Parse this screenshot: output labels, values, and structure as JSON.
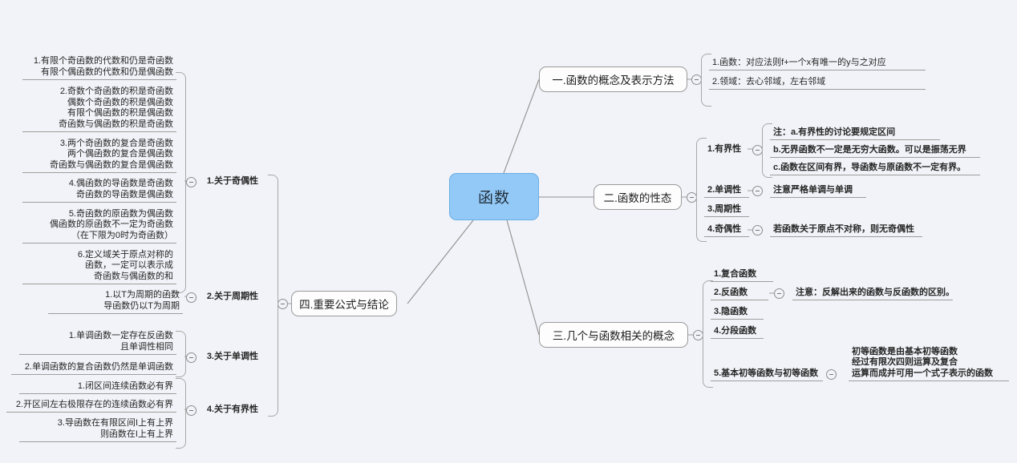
{
  "meta": {
    "background": "#f2f3f8",
    "root_fill": "#93c9f7",
    "root_border": "#6aaee4",
    "line_color": "#8f8f8f"
  },
  "root": {
    "label": "函数"
  },
  "branches": {
    "b1": {
      "label": "一.函数的概念及表示方法",
      "children": [
        {
          "label": "1.函数：对应法则f+一个x有唯一的y与之对应"
        },
        {
          "label": "2.领域：去心邻域，左右邻域"
        }
      ]
    },
    "b2": {
      "label": "二.函数的性态",
      "children": [
        {
          "label": "1.有界性",
          "children": [
            {
              "label": "注：a.有界性的讨论要规定区间"
            },
            {
              "label": "b.无界函数不一定是无穷大函数。可以是振荡无界"
            },
            {
              "label": "c.函数在区间有界，导函数与原函数不一定有界。"
            }
          ]
        },
        {
          "label": "2.单调性",
          "children": [
            {
              "label": "注意严格单调与单调"
            }
          ]
        },
        {
          "label": "3.周期性",
          "children": []
        },
        {
          "label": "4.奇偶性",
          "children": [
            {
              "label": "若函数关于原点不对称，则无奇偶性"
            }
          ]
        }
      ]
    },
    "b3": {
      "label": "三.几个与函数相关的概念",
      "children": [
        {
          "label": "1.复合函数",
          "children": []
        },
        {
          "label": "2.反函数",
          "children": [
            {
              "label": "注意：反解出来的函数与反函数的区别。"
            }
          ]
        },
        {
          "label": "3.隐函数",
          "children": []
        },
        {
          "label": "4.分段函数",
          "children": []
        },
        {
          "label": "5.基本初等函数与初等函数",
          "children": [
            {
              "label": "初等函数是由基本初等函数\n经过有限次四则运算及复合\n运算而成并可用一个式子表示的函数"
            }
          ]
        }
      ]
    },
    "b4": {
      "label": "四.重要公式与结论",
      "children": [
        {
          "label": "1.关于奇偶性",
          "children": [
            {
              "label": "1.有限个奇函数的代数和仍是奇函数\n有限个偶函数的代数和仍是偶函数"
            },
            {
              "label": "2.奇数个奇函数的积是奇函数\n偶数个奇函数的积是偶函数\n有限个偶函数的积是偶函数\n奇函数与偶函数的积是奇函数"
            },
            {
              "label": "3.两个奇函数的复合是奇函数\n两个偶函数的复合是偶函数\n奇函数与偶函数的复合是偶函数"
            },
            {
              "label": "4.偶函数的导函数是奇函数\n奇函数的导函数是偶函数"
            },
            {
              "label": "5.奇函数的原函数为偶函数\n偶函数的原函数不一定为奇函数\n（在下限为0时为奇函数）"
            },
            {
              "label": "6.定义域关于原点对称的\n函数，一定可以表示成\n奇函数与偶函数的和"
            }
          ]
        },
        {
          "label": "2.关于周期性",
          "children": [
            {
              "label": "1.以T为周期的函数\n导函数仍以T为周期"
            }
          ]
        },
        {
          "label": "3.关于单调性",
          "children": [
            {
              "label": "1.单调函数一定存在反函数\n且单调性相同"
            },
            {
              "label": "2.单调函数的复合函数仍然是单调函数"
            }
          ]
        },
        {
          "label": "4.关于有界性",
          "children": [
            {
              "label": "1.闭区间连续函数必有界"
            },
            {
              "label": "2.开区间左右极限存在的连续函数必有界"
            },
            {
              "label": "3.导函数在有限区间I上有上界\n则函数在I上有上界"
            }
          ]
        }
      ]
    }
  }
}
